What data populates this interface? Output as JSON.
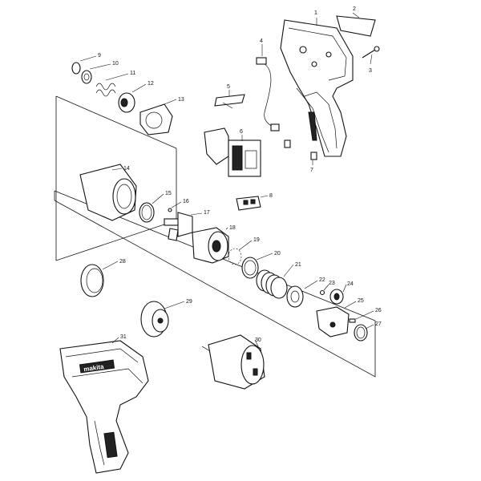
{
  "callouts": [
    "1",
    "2",
    "3",
    "4",
    "5",
    "6",
    "7",
    "8",
    "9",
    "10",
    "11",
    "12",
    "13",
    "14",
    "15",
    "16",
    "17",
    "18",
    "19",
    "20",
    "21",
    "22",
    "23",
    "24",
    "25",
    "26",
    "27",
    "28",
    "29",
    "30",
    "31"
  ],
  "brand_mark": "makita"
}
